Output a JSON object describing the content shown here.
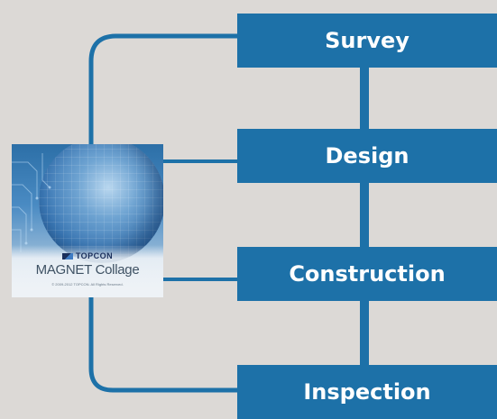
{
  "product": {
    "brand": "TOPCON",
    "name": "MAGNET Collage",
    "copyright": "© 2009-2012 TOPCON. All Rights Reserved."
  },
  "stages": [
    {
      "label": "Survey"
    },
    {
      "label": "Design"
    },
    {
      "label": "Construction"
    },
    {
      "label": "Inspection"
    }
  ],
  "colors": {
    "background": "#dcd9d6",
    "stage_fill": "#1d71a8",
    "stage_text": "#ffffff",
    "connector": "#1d71a8"
  }
}
